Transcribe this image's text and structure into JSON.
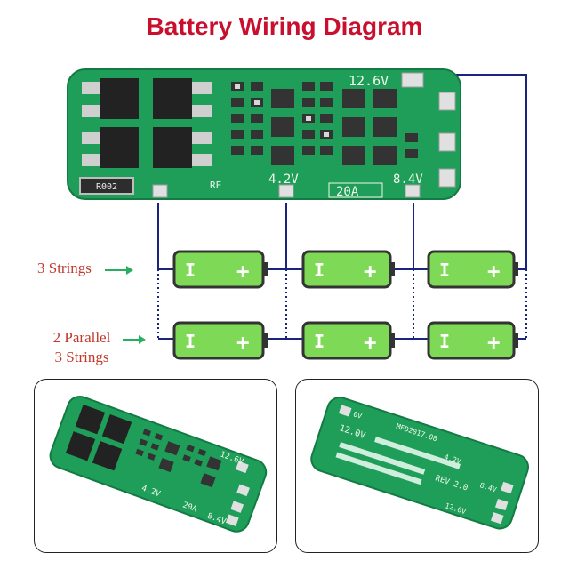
{
  "title": "Battery Wiring Diagram",
  "labels": {
    "strings_3": "3 Strings",
    "parallel_line1": "2 Parallel",
    "parallel_line2": "3 Strings"
  },
  "board": {
    "voltage_top": "12.6V",
    "voltage_mid1": "4.2V",
    "voltage_mid2": "8.4V",
    "current": "20A",
    "resistor": "R002",
    "re": "RE"
  },
  "photo2": {
    "model": "MFD2017.08",
    "rev": "REV 2.0",
    "v12": "12.0V",
    "v42": "4.2V",
    "v84": "8.4V",
    "v126": "12.6V",
    "ov": "0V"
  },
  "battery": {
    "minus": "I",
    "plus": "+"
  },
  "colors": {
    "title": "#c8102e",
    "label": "#c0392b",
    "arrow": "#27ae60",
    "wire": "#1a237e",
    "pcb": "#1f9e5a",
    "battery_fill": "#7ed957",
    "battery_border": "#333333"
  }
}
